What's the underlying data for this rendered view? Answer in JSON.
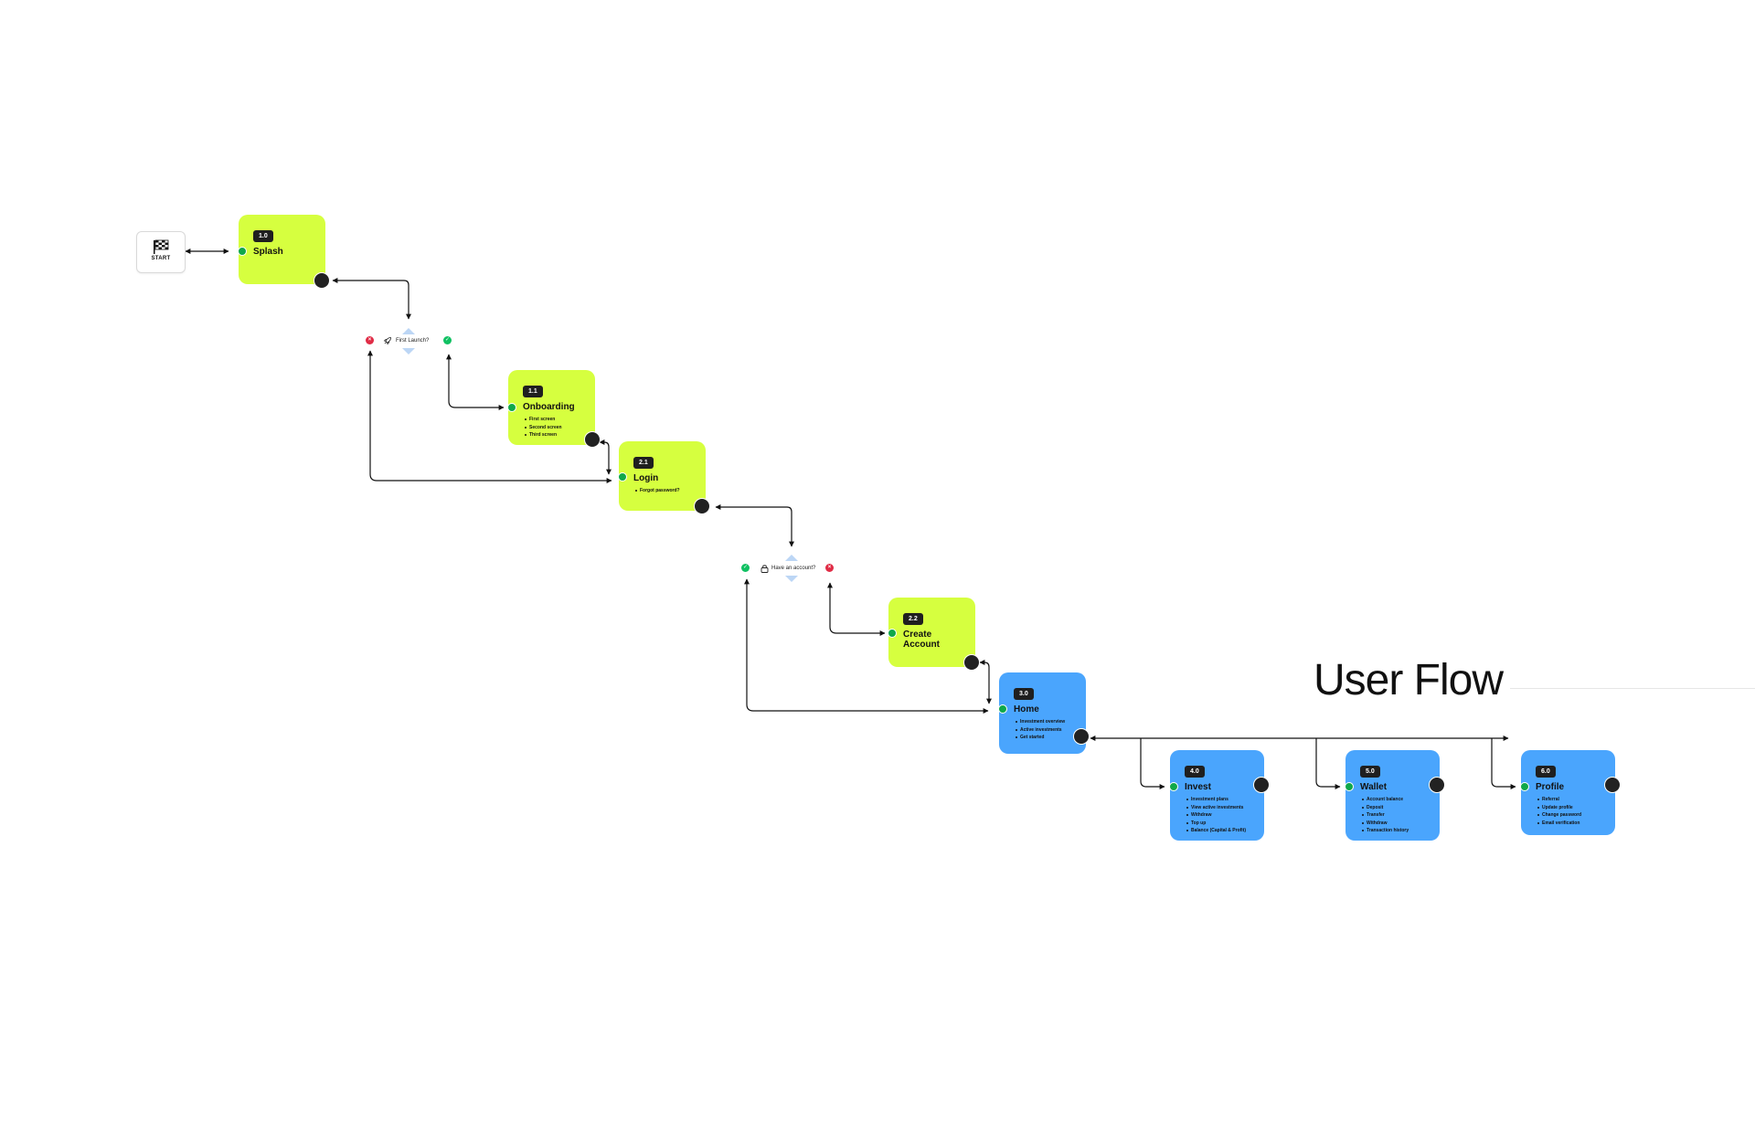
{
  "heading": "User Flow",
  "start": {
    "label": "START",
    "icon": "flag-icon"
  },
  "colors": {
    "green": "#d6ff3f",
    "blue": "#4aa5fd",
    "badge": "#1f1f1f",
    "in_dot": "#0fa84a",
    "out_dot": "#222222",
    "yes": "#10c162",
    "no": "#e02c46"
  },
  "nodes": {
    "splash": {
      "id": "1.0",
      "title": "Splash",
      "items": []
    },
    "onboarding": {
      "id": "1.1",
      "title": "Onboarding",
      "items": [
        "First screen",
        "Second screen",
        "Third screen"
      ]
    },
    "login": {
      "id": "2.1",
      "title": "Login",
      "items": [
        "Forgot password?"
      ]
    },
    "create_account": {
      "id": "2.2",
      "title_line1": "Create",
      "title_line2": "Account",
      "items": []
    },
    "home": {
      "id": "3.0",
      "title": "Home",
      "items": [
        "Investment overview",
        "Active investments",
        "Get started"
      ]
    },
    "invest": {
      "id": "4.0",
      "title": "Invest",
      "items": [
        "Investment plans",
        "View active investments",
        "Withdraw",
        "Top up",
        "Balance (Capital & Profit)"
      ]
    },
    "wallet": {
      "id": "5.0",
      "title": "Wallet",
      "items": [
        "Account balance",
        "Deposit",
        "Transfer",
        "Withdraw",
        "Transaction history"
      ]
    },
    "profile": {
      "id": "6.0",
      "title": "Profile",
      "items": [
        "Referral",
        "Update profile",
        "Change password",
        "Email verification"
      ]
    }
  },
  "decisions": {
    "first_launch": {
      "text": "First Launch?",
      "icon": "rocket-icon"
    },
    "have_account": {
      "text": "Have an account?",
      "icon": "lock-icon"
    }
  }
}
